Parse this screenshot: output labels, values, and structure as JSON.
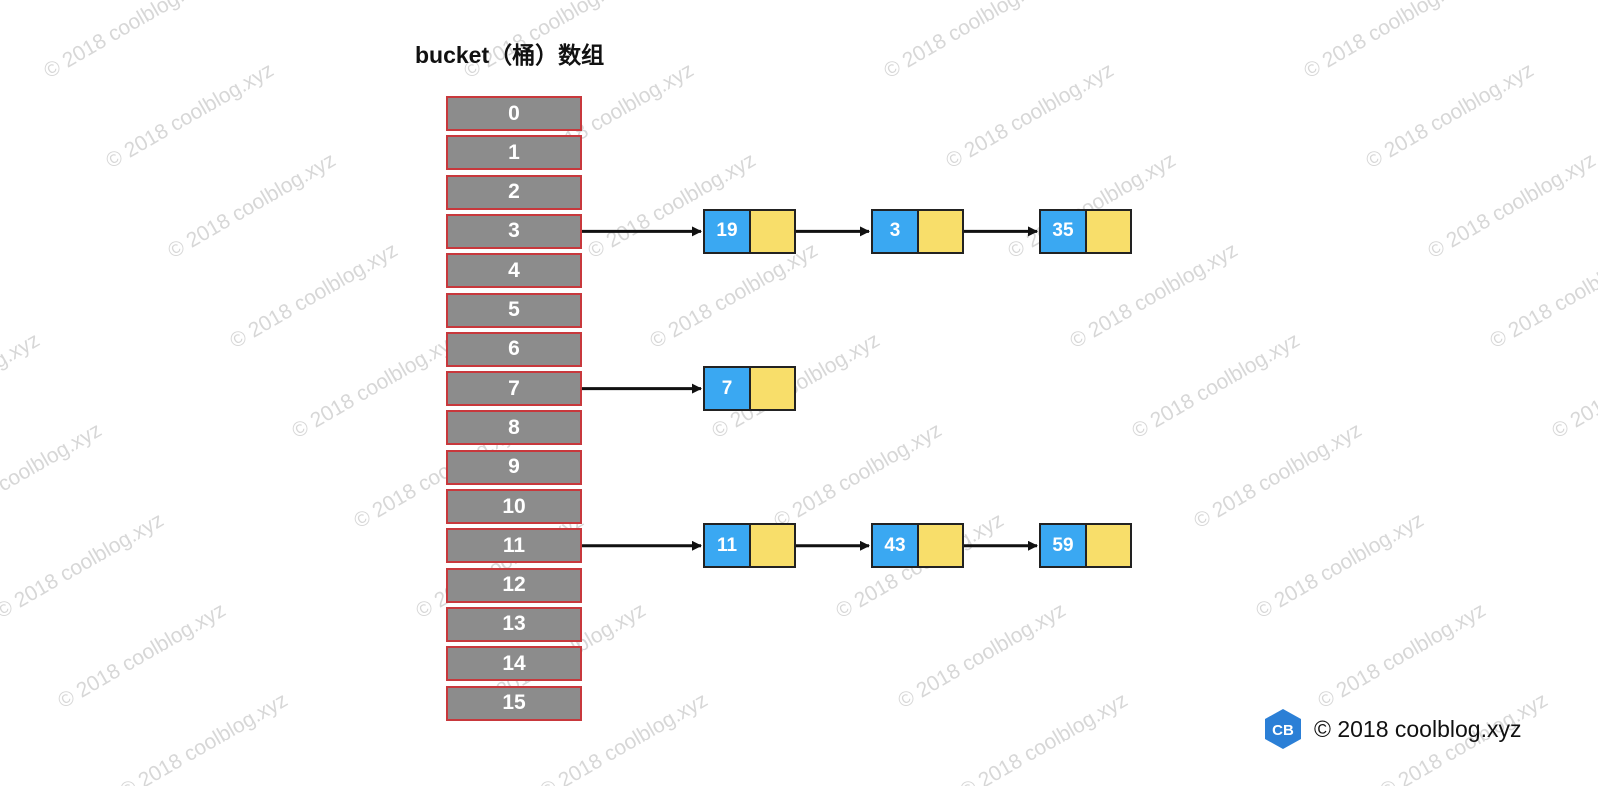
{
  "title": "bucket（桶）数组",
  "watermark_text": "© 2018 coolblog.xyz",
  "buckets": [
    "0",
    "1",
    "2",
    "3",
    "4",
    "5",
    "6",
    "7",
    "8",
    "9",
    "10",
    "11",
    "12",
    "13",
    "14",
    "15"
  ],
  "chains": [
    {
      "bucket": "3",
      "nodes": [
        "19",
        "3",
        "35"
      ]
    },
    {
      "bucket": "7",
      "nodes": [
        "7"
      ]
    },
    {
      "bucket": "11",
      "nodes": [
        "11",
        "43",
        "59"
      ]
    }
  ],
  "logo": {
    "letters": "CB",
    "color": "#2b7fd6"
  },
  "brand_text": "© 2018 coolblog.xyz",
  "colors": {
    "bucket_fill": "#8c8c8c",
    "bucket_border": "#c8383c",
    "node_key": "#3aa8f2",
    "node_pointer": "#f8de6a",
    "arrow": "#111111"
  }
}
